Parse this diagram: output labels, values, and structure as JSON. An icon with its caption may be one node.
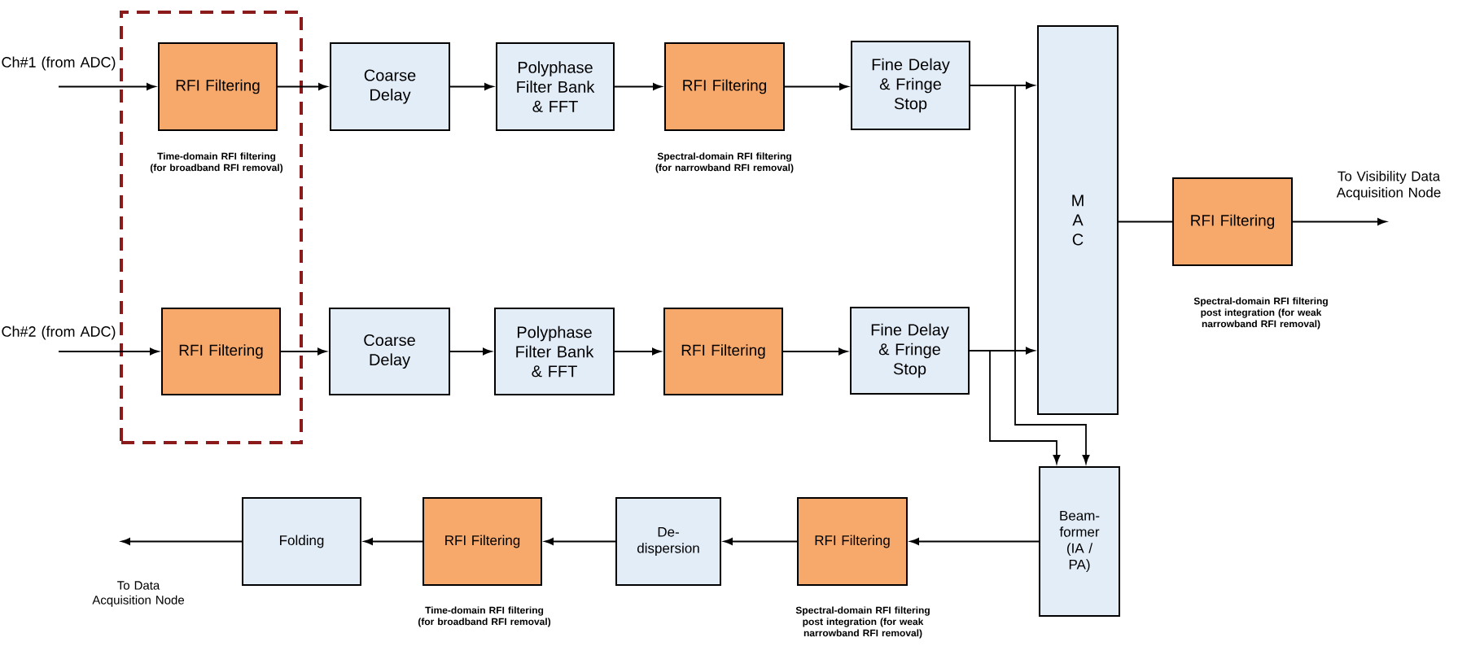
{
  "diagram": {
    "nodes": [
      {
        "text": [],
        "shape": "box"
      },
      {
        "text": [
          "Ch#1 (from ADC)"
        ]
      },
      {
        "text": [
          "RFI Filtering"
        ],
        "in": 0,
        "beside": [
          "Time-domain RFI filtering (for broadband RFI removal)"
        ]
      },
      {
        "text": [
          "Coarse Delay"
        ]
      },
      {
        "text": [
          "Polyphase Filter Bank & FFT"
        ]
      },
      {
        "text": [
          "RFI Filtering"
        ],
        "beside": [
          "Spectral-domain RFI filtering (for narrowband RFI removal)"
        ]
      },
      {
        "text": [
          "Fine Delay & Fringe Stop"
        ]
      },
      {
        "text": [
          "M A C"
        ]
      },
      {
        "text": [
          "RFI Filtering"
        ],
        "beside": [
          "Spectral-domain RFI filtering post integration (for weak narrowband RFI removal)"
        ]
      },
      {
        "text": [
          "To Visibility Data Acquisition Node"
        ]
      },
      {
        "text": [
          "Ch#2 (from ADC)"
        ]
      },
      {
        "text": [
          "RFI Filtering"
        ],
        "in": 0
      },
      {
        "text": [
          "Coarse Delay"
        ]
      },
      {
        "text": [
          "Polyphase Filter Bank & FFT"
        ]
      },
      {
        "text": [
          "RFI Filtering"
        ]
      },
      {
        "text": [
          "Fine Delay & Fringe Stop"
        ]
      },
      {
        "text": [
          "Beam- former (IA / PA)"
        ]
      },
      {
        "text": [
          "RFI Filtering"
        ],
        "beside": [
          "Spectral-domain RFI filtering post integration (for weak narrowband RFI removal)"
        ]
      },
      {
        "text": [
          "De- dispersion"
        ]
      },
      {
        "text": [
          "RFI Filtering"
        ],
        "beside": [
          "Time-domain RFI filtering (for broadband RFI removal)"
        ]
      },
      {
        "text": [
          "Folding"
        ]
      },
      {
        "text": [
          "To Data Acquisition Node"
        ]
      }
    ],
    "edges": [
      {
        "from": 1,
        "to": 2,
        "arrow": "to"
      },
      {
        "from": 2,
        "to": 3,
        "arrow": "to"
      },
      {
        "from": 3,
        "to": 4,
        "arrow": "to"
      },
      {
        "from": 4,
        "to": 5,
        "arrow": "to"
      },
      {
        "from": 5,
        "to": 6,
        "arrow": "to"
      },
      {
        "from": 6,
        "to": 7,
        "arrow": "to"
      },
      {
        "from": 6,
        "to": 16,
        "arrow": "to"
      },
      {
        "from": 10,
        "to": 11,
        "arrow": "to"
      },
      {
        "from": 11,
        "to": 12,
        "arrow": "to"
      },
      {
        "from": 12,
        "to": 13,
        "arrow": "to"
      },
      {
        "from": 13,
        "to": 14,
        "arrow": "to"
      },
      {
        "from": 14,
        "to": 15,
        "arrow": "to"
      },
      {
        "from": 15,
        "to": 7,
        "arrow": "to"
      },
      {
        "from": 15,
        "to": 16,
        "arrow": "to"
      },
      {
        "from": 7,
        "to": 8,
        "arrow": "none"
      },
      {
        "from": 8,
        "to": 9,
        "arrow": "to"
      },
      {
        "from": 16,
        "to": 17,
        "arrow": "to"
      },
      {
        "from": 17,
        "to": 18,
        "arrow": "to"
      },
      {
        "from": 18,
        "to": 19,
        "arrow": "to"
      },
      {
        "from": 19,
        "to": 20,
        "arrow": "to"
      },
      {
        "from": 20,
        "to": 21,
        "arrow": "to"
      }
    ]
  }
}
